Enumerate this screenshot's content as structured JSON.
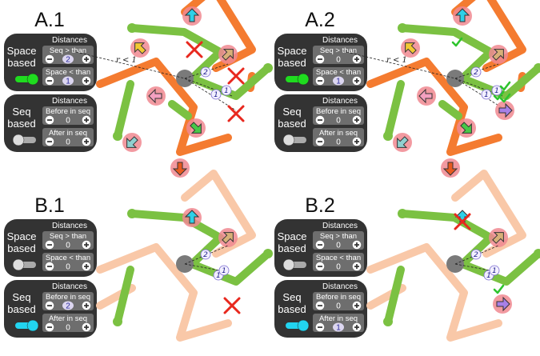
{
  "quadrants": [
    {
      "id": "A1",
      "label": "A.1",
      "space_panel": {
        "title": "Space\nbased",
        "heading": "Distances",
        "row1": {
          "label": "Seq > than",
          "value": "2"
        },
        "row2": {
          "label": "Space < than",
          "value": "1"
        },
        "toggle_on": true
      },
      "seq_panel": {
        "title": "Seq\nbased",
        "heading": "Distances",
        "row1": {
          "label": "Before in seq",
          "value": "0"
        },
        "row2": {
          "label": "After in seq",
          "value": "0"
        },
        "toggle_on": false
      },
      "radius_label": "r < 1"
    },
    {
      "id": "A2",
      "label": "A.2",
      "space_panel": {
        "title": "Space\nbased",
        "heading": "Distances",
        "row1": {
          "label": "Seq > than",
          "value": "0"
        },
        "row2": {
          "label": "Space < than",
          "value": "1"
        },
        "toggle_on": true
      },
      "seq_panel": {
        "title": "Seq\nbased",
        "heading": "Distances",
        "row1": {
          "label": "Before in seq",
          "value": "0"
        },
        "row2": {
          "label": "After in seq",
          "value": "0"
        },
        "toggle_on": false
      },
      "radius_label": "r < 1"
    },
    {
      "id": "B1",
      "label": "B.1",
      "space_panel": {
        "title": "Space\nbased",
        "heading": "Distances",
        "row1": {
          "label": "Seq > than",
          "value": "0"
        },
        "row2": {
          "label": "Space < than",
          "value": "0"
        },
        "toggle_on": false
      },
      "seq_panel": {
        "title": "Seq\nbased",
        "heading": "Distances",
        "row1": {
          "label": "Before in seq",
          "value": "2"
        },
        "row2": {
          "label": "After in seq",
          "value": "0"
        },
        "toggle_on": true
      },
      "radius_label": ""
    },
    {
      "id": "B2",
      "label": "B.2",
      "space_panel": {
        "title": "Space\nbased",
        "heading": "Distances",
        "row1": {
          "label": "Seq > than",
          "value": "0"
        },
        "row2": {
          "label": "Space < than",
          "value": "0"
        },
        "toggle_on": false
      },
      "seq_panel": {
        "title": "Seq\nbased",
        "heading": "Distances",
        "row1": {
          "label": "Before in seq",
          "value": "0"
        },
        "row2": {
          "label": "After in seq",
          "value": "1"
        },
        "toggle_on": true
      },
      "radius_label": ""
    }
  ],
  "stepper": {
    "minus": "−",
    "plus": "+"
  },
  "colors": {
    "panel": "#333333",
    "row": "#6e6e6e",
    "toggle_green": "#1fdc1f",
    "toggle_cyan": "#22d4f0",
    "toggle_off": "#dddddd",
    "green_line": "#7bc142",
    "orange_line": "#f47b30",
    "faded_orange": "#f9c8a8",
    "highlight": "#f08890",
    "center_node": "#7a7a7a",
    "cross": "#e8281e",
    "check": "#2ec42e"
  }
}
